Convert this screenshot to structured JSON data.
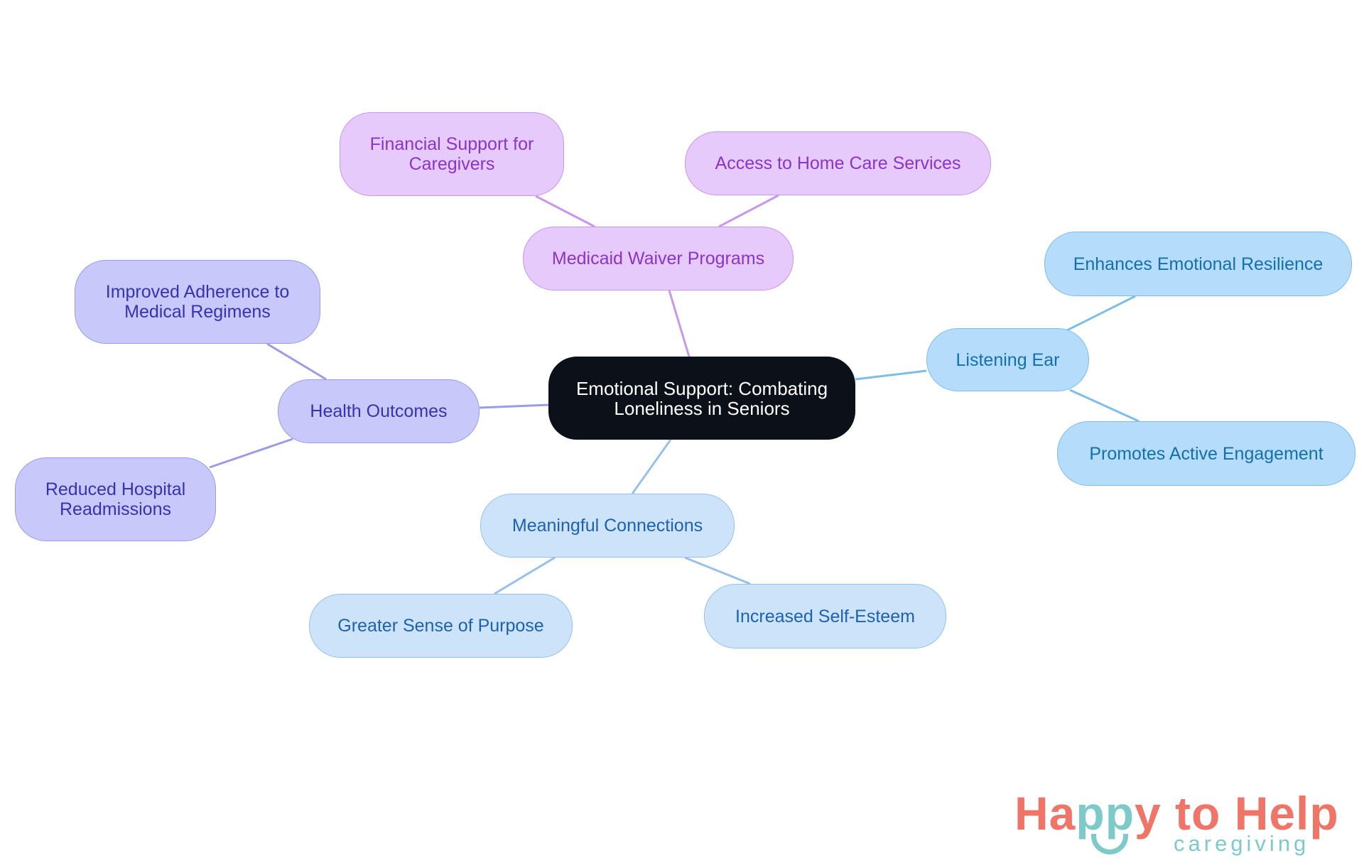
{
  "colors": {
    "center_bg": "#0c1119",
    "purple_fill": "#e7cafc",
    "purple_edge": "#c896ec",
    "purple_text": "#8a34c9",
    "sky_fill": "#b5ddfb",
    "sky_edge": "#7fbde9",
    "sky_text": "#146fac",
    "indigo_fill": "#c8c8fa",
    "indigo_edge": "#9c9ce6",
    "indigo_text": "#3633b3",
    "lightblue_fill": "#cde3fa",
    "lightblue_edge": "#98c0ea",
    "lightblue_text": "#1c62b0",
    "logo_coral": "#ef7568",
    "logo_teal": "#7ec9c9"
  },
  "mindmap": {
    "center": {
      "label": "Emotional Support: Combating Loneliness in Seniors"
    },
    "branches": [
      {
        "label": "Medicaid Waiver Programs",
        "children": [
          "Financial Support for Caregivers",
          "Access to Home Care Services"
        ]
      },
      {
        "label": "Listening Ear",
        "children": [
          "Enhances Emotional Resilience",
          "Promotes Active Engagement"
        ]
      },
      {
        "label": "Health Outcomes",
        "children": [
          "Improved Adherence to Medical Regimens",
          "Reduced Hospital Readmissions"
        ]
      },
      {
        "label": "Meaningful Connections",
        "children": [
          "Greater Sense of Purpose",
          "Increased Self-Esteem"
        ]
      }
    ]
  },
  "logo": {
    "title_part1": "Ha",
    "title_part2": "pp",
    "title_part3": "y to Help",
    "subtitle": "caregiving"
  }
}
